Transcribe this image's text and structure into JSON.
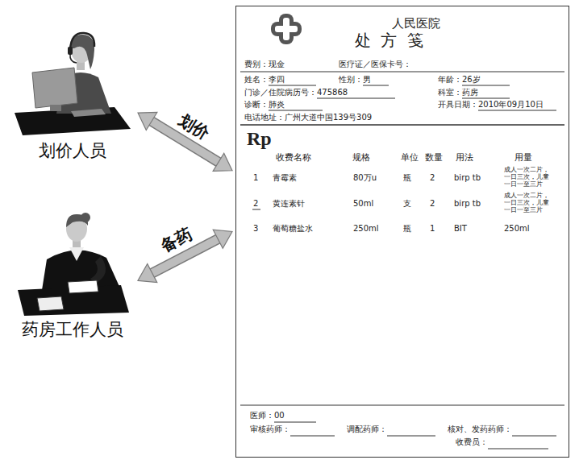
{
  "diagram": {
    "nodes": [
      {
        "text": [
          "划价人员"
        ]
      },
      {
        "text": [
          "药房工作人员"
        ]
      },
      {
        "text": [
          "人民医院",
          "处 方 笺",
          "费别：现金",
          "医疗证／医保卡号：",
          "姓名：李四",
          "性别：男",
          "年龄：26岁",
          "门诊／住院病历号：475868",
          "科室：药房",
          "诊断：肺炎",
          "开具日期：2010年09月10日",
          "电话地址：广州大道中国139号309",
          "Rp",
          "收费名称",
          "规格",
          "单位",
          "数量",
          "用法",
          "用量",
          "1",
          "青霉素",
          "80万u",
          "瓶",
          "2",
          "birp tb",
          "成人一次二片，一日三次，儿童一日一至三片",
          "2",
          "黄连素针",
          "50ml",
          "支",
          "2",
          "birp tb",
          "成人一次二片，一日三次，儿童一日一至三片",
          "3",
          "葡萄糖盐水",
          "250ml",
          "瓶",
          "1",
          "BIT",
          "250ml",
          "医师：00",
          "审核药师：",
          "调配药师：",
          "核对、发药药师：",
          "收费员："
        ]
      }
    ],
    "edges": [
      {
        "from": 0,
        "to": 2,
        "label": "划价",
        "arrow": "both"
      },
      {
        "from": 1,
        "to": 2,
        "label": "备药",
        "arrow": "both"
      }
    ]
  }
}
